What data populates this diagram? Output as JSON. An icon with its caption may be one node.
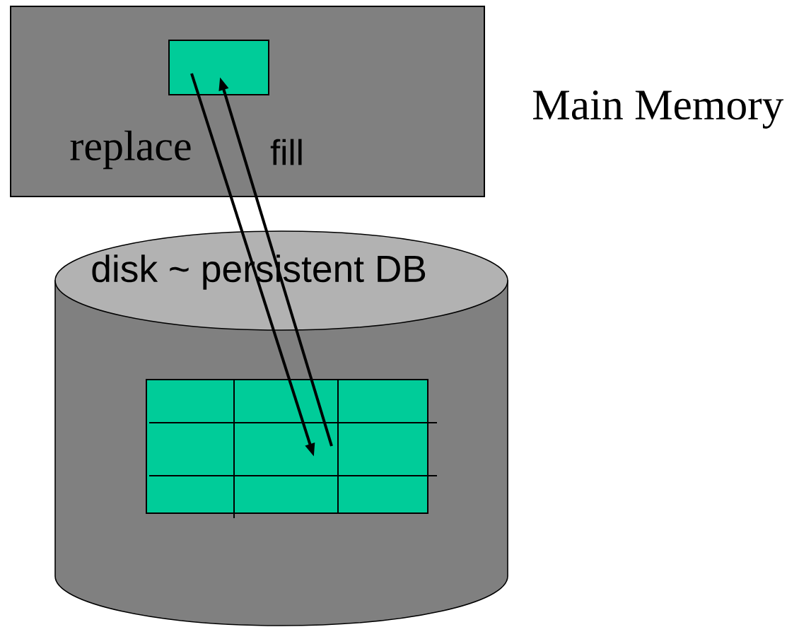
{
  "diagram": {
    "nodes": [
      {
        "text": [],
        "shape": "box",
        "beside": [
          "Main Memory"
        ]
      },
      {
        "text": [],
        "shape": "box",
        "in": 0
      },
      {
        "text": [
          "disk ~ persistent DB"
        ]
      },
      {
        "text": [],
        "shape": "box",
        "in": 2
      }
    ],
    "edges": [
      {
        "from": 1,
        "to": 3,
        "arrow": "to",
        "label": "replace"
      },
      {
        "from": 3,
        "to": 1,
        "arrow": "to",
        "label": "fill"
      }
    ]
  }
}
